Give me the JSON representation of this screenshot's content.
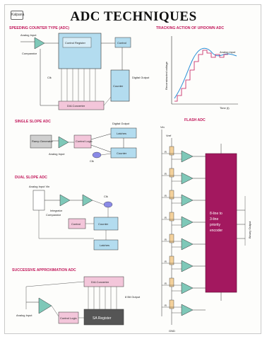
{
  "poster": {
    "title": "ADC TECHNIQUES",
    "logo_text": "Kalpana"
  },
  "sections": {
    "flash_type": {
      "heading": "SPEEDING COUNTER TYPE (ADC)",
      "input_label": "Analog Input",
      "comparator_label": "Comparator",
      "register_label": "Control Register",
      "control_label": "Control",
      "counter_label": "Counter",
      "output_label": "Digital Output",
      "dac_label": "D/A Converter",
      "clk_label": "Clk"
    },
    "tracking": {
      "heading": "TRACKING ACTION OF UP/DOWN ADC",
      "ylabel": "Reconstructed voltage",
      "xlabel": "Time (t)",
      "legend": "Analog input"
    },
    "single_slope": {
      "heading": "SINGLE SLOPE ADC",
      "ramp_label": "Ramp Generator",
      "control_label": "Control Logic",
      "latches_label": "Latches",
      "counter_label": "Counter",
      "input_label": "Analog Input",
      "output_label": "Digital Output",
      "clk_label": "Clk"
    },
    "dual_slope": {
      "heading": "DUAL SLOPE ADC",
      "input_label": "Analog Input Vin",
      "integrator_label": "Integrator",
      "comparator_label": "Comparator",
      "control_label": "Control",
      "counter_label": "Counter",
      "latches_label": "Latches",
      "clk_label": "Clk"
    },
    "successive": {
      "heading": "SUCCESSIVE APPROXIMATION ADC",
      "dac_label": "D/A Converter",
      "sar_label": "SA Register",
      "control_label": "Control Logic",
      "input_label": "Analog Input",
      "output_label": "8 Bit Output"
    },
    "flash": {
      "heading": "FLASH ADC",
      "vin_label": "Vin",
      "vref_label": "Vref",
      "gnd_label": "GND",
      "encoder_label": "8-line to 3-line priority encoder",
      "output_label": "Binary Output",
      "resistor_label": "R",
      "resistor_count": 8,
      "comparator_count": 8
    }
  },
  "colors": {
    "accent": "#c2185b",
    "encoder": "#a3185f",
    "block_blue": "#b3dcef",
    "block_pink": "#f3c6da",
    "block_grey": "#555555",
    "comparator": "#7ec8b8"
  }
}
